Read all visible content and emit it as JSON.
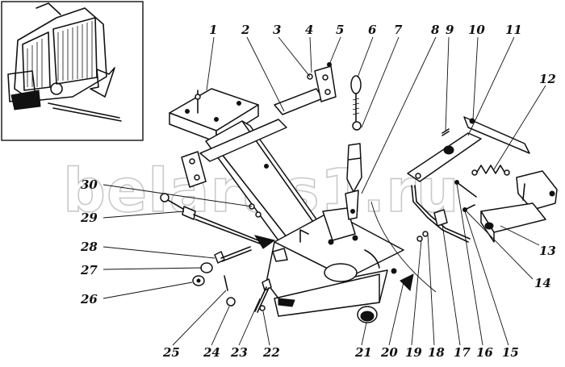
{
  "watermark": "belarus1.ru",
  "callouts": [
    "1",
    "2",
    "3",
    "4",
    "5",
    "6",
    "7",
    "8",
    "9",
    "10",
    "11",
    "12",
    "13",
    "14",
    "15",
    "16",
    "17",
    "18",
    "19",
    "20",
    "21",
    "22",
    "23",
    "24",
    "25",
    "26",
    "27",
    "28",
    "29",
    "30"
  ],
  "colors": {
    "ink": "#111111",
    "background": "#ffffff",
    "watermark": "#c9c9c9"
  }
}
